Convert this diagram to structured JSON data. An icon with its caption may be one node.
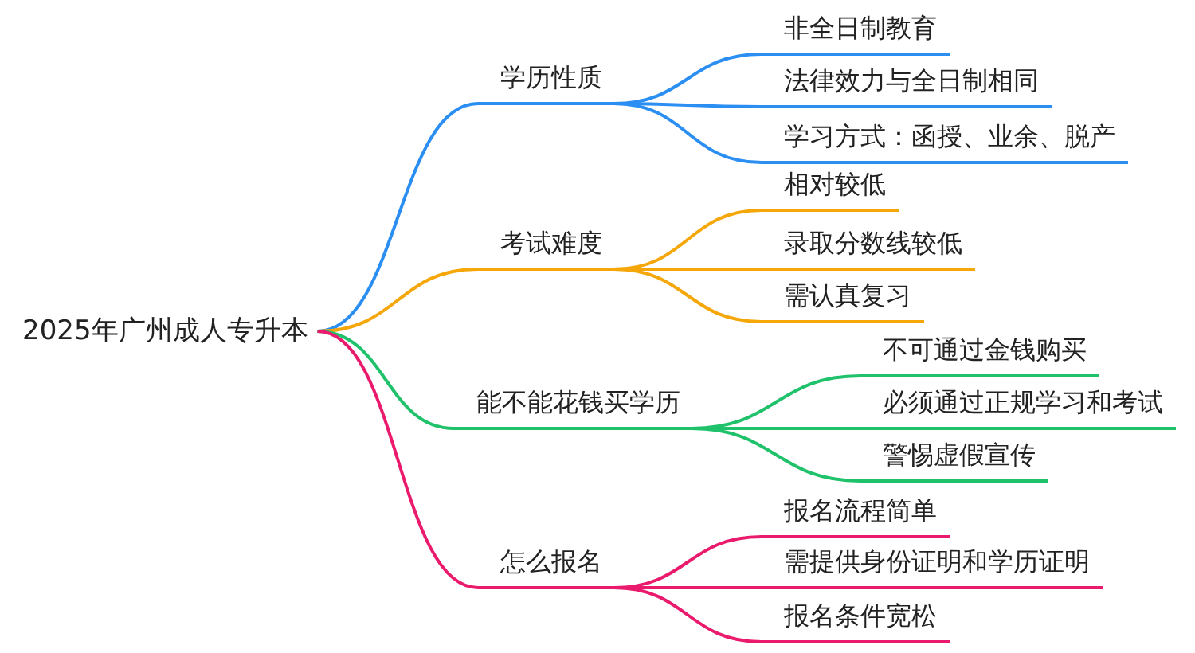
{
  "diagram": {
    "nodes": [
      {
        "text": [
          "2025年广州成人专升本"
        ]
      },
      {
        "text": [
          "学历性质"
        ]
      },
      {
        "text": [
          "非全日制教育"
        ]
      },
      {
        "text": [
          "法律效力与全日制相同"
        ]
      },
      {
        "text": [
          "学习方式：函授、业余、脱产"
        ]
      },
      {
        "text": [
          "考试难度"
        ]
      },
      {
        "text": [
          "相对较低"
        ]
      },
      {
        "text": [
          "录取分数线较低"
        ]
      },
      {
        "text": [
          "需认真复习"
        ]
      },
      {
        "text": [
          "能不能花钱买学历"
        ]
      },
      {
        "text": [
          "不可通过金钱购买"
        ]
      },
      {
        "text": [
          "必须通过正规学习和考试"
        ]
      },
      {
        "text": [
          "警惕虚假宣传"
        ]
      },
      {
        "text": [
          "怎么报名"
        ]
      },
      {
        "text": [
          "报名流程简单"
        ]
      },
      {
        "text": [
          "需提供身份证明和学历证明"
        ]
      },
      {
        "text": [
          "报名条件宽松"
        ]
      }
    ],
    "edges": [
      {
        "from": 0,
        "to": 1,
        "arrow": "none",
        "color": "#2b8ef3"
      },
      {
        "from": 1,
        "to": 2,
        "arrow": "none",
        "color": "#2b8ef3"
      },
      {
        "from": 1,
        "to": 3,
        "arrow": "none",
        "color": "#2b8ef3"
      },
      {
        "from": 1,
        "to": 4,
        "arrow": "none",
        "color": "#2b8ef3"
      },
      {
        "from": 0,
        "to": 5,
        "arrow": "none",
        "color": "#f5a609"
      },
      {
        "from": 5,
        "to": 6,
        "arrow": "none",
        "color": "#f5a609"
      },
      {
        "from": 5,
        "to": 7,
        "arrow": "none",
        "color": "#f5a609"
      },
      {
        "from": 5,
        "to": 8,
        "arrow": "none",
        "color": "#f5a609"
      },
      {
        "from": 0,
        "to": 9,
        "arrow": "none",
        "color": "#1fc26b"
      },
      {
        "from": 9,
        "to": 10,
        "arrow": "none",
        "color": "#1fc26b"
      },
      {
        "from": 9,
        "to": 11,
        "arrow": "none",
        "color": "#1fc26b"
      },
      {
        "from": 9,
        "to": 12,
        "arrow": "none",
        "color": "#1fc26b"
      },
      {
        "from": 0,
        "to": 13,
        "arrow": "none",
        "color": "#ea1a6c"
      },
      {
        "from": 13,
        "to": 14,
        "arrow": "none",
        "color": "#ea1a6c"
      },
      {
        "from": 13,
        "to": 15,
        "arrow": "none",
        "color": "#ea1a6c"
      },
      {
        "from": 13,
        "to": 16,
        "arrow": "none",
        "color": "#ea1a6c"
      }
    ]
  }
}
